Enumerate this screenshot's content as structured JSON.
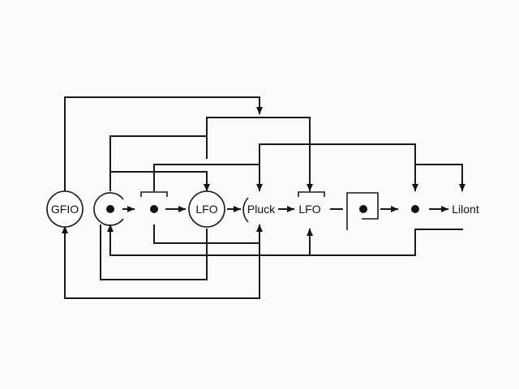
{
  "diagram": {
    "nodes": {
      "gfio": {
        "label": "GFIO"
      },
      "lfo_main": {
        "label": "LFO"
      },
      "pluck": {
        "label": "Pluck"
      },
      "lfo_small": {
        "label": "LFO"
      },
      "output": {
        "label": "Lilont"
      }
    }
  }
}
